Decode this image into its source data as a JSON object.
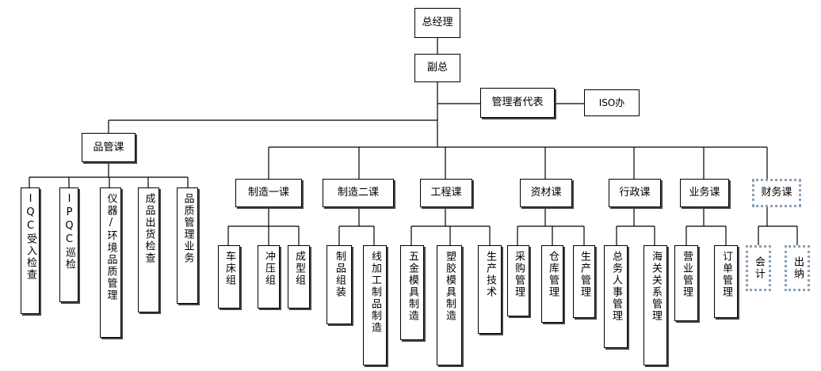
{
  "org": {
    "gm": "总经理",
    "vp": "副总",
    "rep": "管理者代表",
    "iso": "ISO办",
    "qc": {
      "name": "品管课",
      "subs": [
        "IQC受入检查",
        "IPQC巡检",
        "仪器/环境品质管理",
        "成品出货检查",
        "品质管理业务"
      ]
    },
    "m1": {
      "name": "制造一课",
      "subs": [
        "车床组",
        "冲压组",
        "成型组"
      ]
    },
    "m2": {
      "name": "制造二课",
      "subs": [
        "制品组装",
        "线加工制品制造"
      ]
    },
    "eng": {
      "name": "工程课",
      "subs": [
        "五金模具制造",
        "塑胶模具制造",
        "生产技术"
      ]
    },
    "mat": {
      "name": "资材课",
      "subs": [
        "采购管理",
        "仓库管理",
        "生产管理"
      ]
    },
    "adm": {
      "name": "行政课",
      "subs": [
        "总务人事管理",
        "海关关系管理"
      ]
    },
    "sales": {
      "name": "业务课",
      "subs": [
        "营业管理",
        "订单管理"
      ]
    },
    "fin": {
      "name": "财务课",
      "subs": [
        "会计",
        "出纳"
      ]
    }
  }
}
